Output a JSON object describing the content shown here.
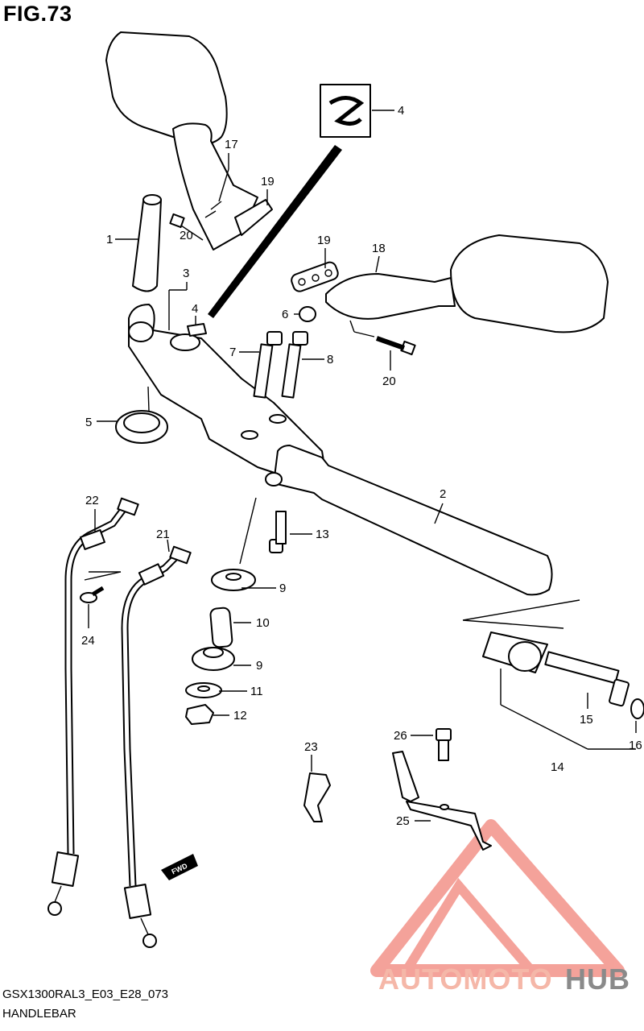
{
  "figure": {
    "title": "FIG.73",
    "model_code": "GSX1300RAL3_E03_E28_073",
    "name": "HANDLEBAR"
  },
  "callouts": [
    "1",
    "2",
    "3",
    "4",
    "4",
    "5",
    "6",
    "7",
    "8",
    "9",
    "9",
    "10",
    "11",
    "12",
    "13",
    "14",
    "15",
    "16",
    "17",
    "18",
    "19",
    "19",
    "20",
    "20",
    "21",
    "22",
    "23",
    "24",
    "25",
    "26"
  ],
  "fwd_marker": "FWD",
  "watermark": {
    "part1": "AUTOMOTO",
    "part2": "HUB",
    "color1": "#f5b7a8",
    "color2": "#8a8a8a",
    "logo_color": "#f28b82"
  }
}
